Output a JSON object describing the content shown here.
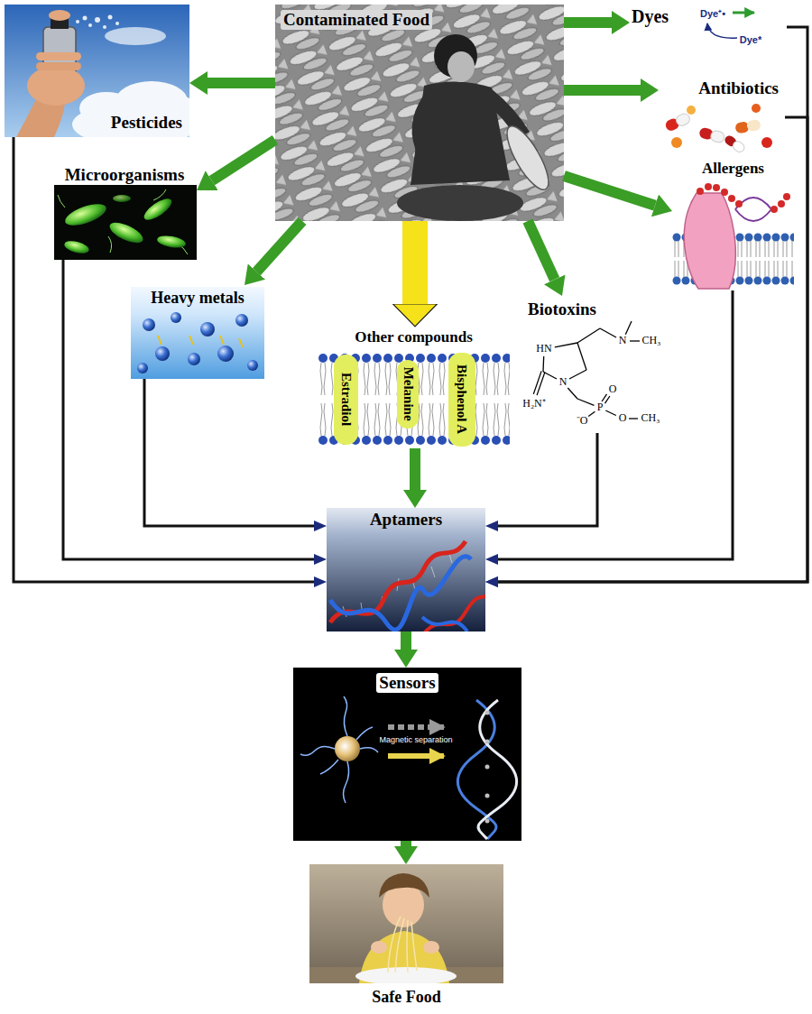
{
  "diagram": {
    "nodes": [
      {
        "text": [
          "Pesticides"
        ]
      },
      {
        "text": [
          "Contaminated Food"
        ]
      },
      {
        "text": [
          "Dyes"
        ]
      },
      {
        "text": [
          "Antibiotics"
        ]
      },
      {
        "text": [
          "Microorganisms"
        ]
      },
      {
        "text": [
          "Allergens"
        ]
      },
      {
        "text": [
          "Heavy metals"
        ]
      },
      {
        "text": [
          "Other compounds"
        ]
      },
      {
        "text": [
          "Estradiol"
        ],
        "in": 7
      },
      {
        "text": [
          "Melanine"
        ],
        "in": 7
      },
      {
        "text": [
          "Bisphenol A"
        ],
        "in": 7
      },
      {
        "text": [
          "Biotoxins"
        ]
      },
      {
        "text": [
          "Aptamers"
        ]
      },
      {
        "text": [
          "Sensors"
        ]
      },
      {
        "text": [
          "Safe Food"
        ]
      }
    ],
    "edges": [
      {
        "from": 1,
        "to": 0,
        "arrow": "to"
      },
      {
        "from": 1,
        "to": 2,
        "arrow": "to"
      },
      {
        "from": 1,
        "to": 3,
        "arrow": "to"
      },
      {
        "from": 1,
        "to": 4,
        "arrow": "to"
      },
      {
        "from": 1,
        "to": 5,
        "arrow": "to"
      },
      {
        "from": 1,
        "to": 6,
        "arrow": "to"
      },
      {
        "from": 1,
        "to": 7,
        "arrow": "to"
      },
      {
        "from": 1,
        "to": 11,
        "arrow": "to"
      },
      {
        "from": 0,
        "to": 12,
        "arrow": "to"
      },
      {
        "from": 4,
        "to": 12,
        "arrow": "to"
      },
      {
        "from": 6,
        "to": 12,
        "arrow": "to"
      },
      {
        "from": 7,
        "to": 12,
        "arrow": "to"
      },
      {
        "from": 11,
        "to": 12,
        "arrow": "to"
      },
      {
        "from": 5,
        "to": 12,
        "arrow": "to"
      },
      {
        "from": 2,
        "to": 12,
        "arrow": "to"
      },
      {
        "from": 3,
        "to": 12,
        "arrow": "to"
      },
      {
        "from": 12,
        "to": 13,
        "arrow": "to"
      },
      {
        "from": 13,
        "to": 14,
        "arrow": "to"
      }
    ],
    "labels": [
      "Dye⁺•",
      "Dye*",
      "HN",
      "N",
      "CH₃",
      "N",
      "H₂N⁺",
      "⁻O",
      "P",
      "O",
      "O",
      "CH₃",
      "Magnetic separation"
    ]
  }
}
